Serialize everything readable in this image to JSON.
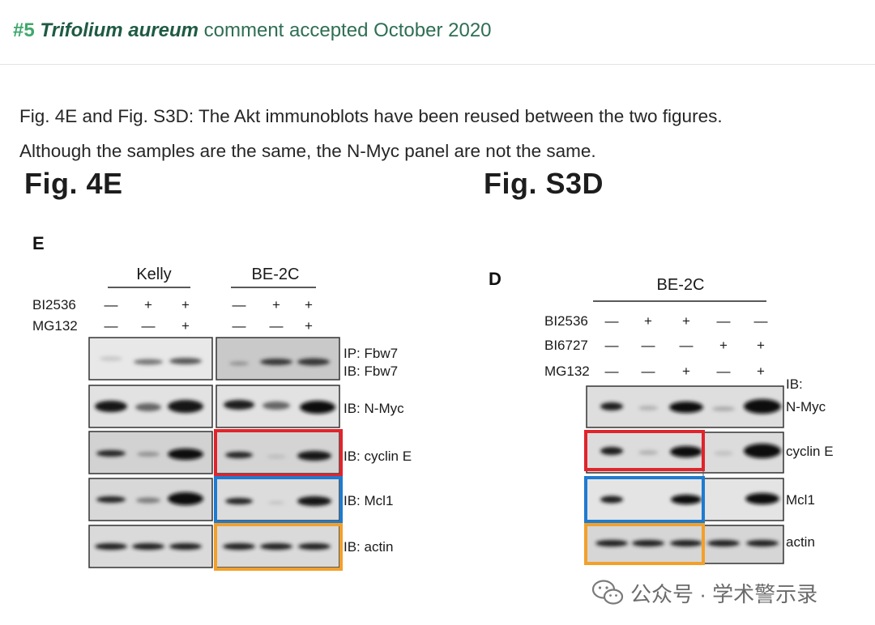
{
  "header": {
    "number": "#5",
    "species": "Trifolium aureum",
    "status": "comment accepted October 2020"
  },
  "description": {
    "line1": "Fig. 4E and Fig. S3D: The Akt immunoblots have been reused between the two figures.",
    "line2": "Although the samples are the same, the N-Myc panel are not the same."
  },
  "figures": {
    "left": {
      "title": "Fig. 4E",
      "panel_letter": "E",
      "groups": [
        "Kelly",
        "BE-2C"
      ],
      "treatments": [
        {
          "name": "BI2536",
          "signs": [
            "—",
            "+",
            "+",
            "—",
            "+",
            "+"
          ]
        },
        {
          "name": "MG132",
          "signs": [
            "—",
            "—",
            "+",
            "—",
            "—",
            "+"
          ]
        }
      ],
      "blot_labels": [
        "IP: Fbw7",
        "IB: Fbw7",
        "IB: N-Myc",
        "IB: cyclin E",
        "IB: Mcl1",
        "IB: actin"
      ]
    },
    "right": {
      "title": "Fig. S3D",
      "panel_letter": "D",
      "group": "BE-2C",
      "treatments": [
        {
          "name": "BI2536",
          "signs": [
            "—",
            "+",
            "+",
            "—",
            "—"
          ]
        },
        {
          "name": "BI6727",
          "signs": [
            "—",
            "—",
            "—",
            "+",
            "+"
          ]
        },
        {
          "name": "MG132",
          "signs": [
            "—",
            "—",
            "+",
            "—",
            "+"
          ]
        }
      ],
      "ib_header": "IB:",
      "blot_labels": [
        "N-Myc",
        "cyclin E",
        "Mcl1",
        "actin"
      ]
    }
  },
  "highlight_colors": {
    "red": "#e0242b",
    "blue": "#1e7bd0",
    "orange": "#f2a02b"
  },
  "watermark": {
    "text": "公众号 · 学术警示录",
    "icon": "wechat-icon"
  }
}
